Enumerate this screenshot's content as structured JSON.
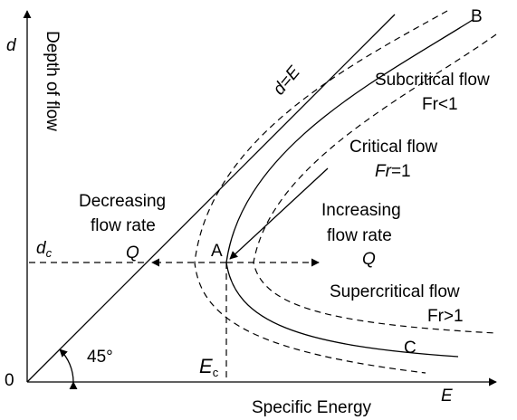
{
  "axes": {
    "y_symbol": "d",
    "y_title": "Depth of flow",
    "x_symbol": "E",
    "x_title": "Specific Energy",
    "origin": "0"
  },
  "diagram": {
    "line_label": "d=E",
    "angle": "45°",
    "point_A": "A",
    "point_B": "B",
    "point_C": "C",
    "dc_main": "d",
    "dc_sub": "c",
    "ec_main": "E",
    "ec_sub": "c"
  },
  "annotations": {
    "decreasing_line1": "Decreasing",
    "decreasing_line2": "flow rate",
    "decreasing_q": "Q",
    "increasing_line1": "Increasing",
    "increasing_line2": "flow rate",
    "increasing_q": "Q",
    "subcritical_line1": "Subcritical flow",
    "subcritical_line2": "Fr<1",
    "critical_line1": "Critical flow",
    "critical_fr": "Fr",
    "critical_eq": "=1",
    "supercritical_line1": "Supercritical flow",
    "supercritical_line2": "Fr>1"
  }
}
